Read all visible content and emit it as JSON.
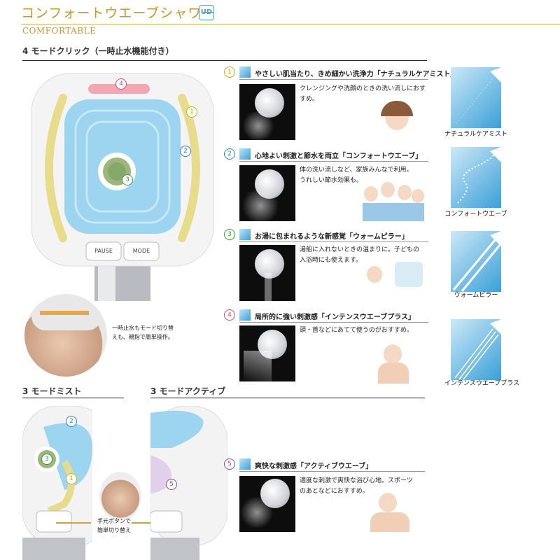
{
  "header": {
    "title": "コンフォートウエーブシャワー",
    "badge": "UD",
    "subtitle": "COMFORTABLE"
  },
  "sections": {
    "four_mode": "4 モードクリック（一時止水機能付き）",
    "three_mist": "3 モードミスト",
    "three_active": "3 モードアクティブ"
  },
  "shower_buttons": {
    "pause": "PAUSE",
    "mode": "MODE"
  },
  "thumb_note": {
    "line1": "一時止水もモード切り替",
    "line2": "えも、親指で簡単操作。"
  },
  "hand_note": {
    "line1": "手元ボタンで",
    "line2": "簡単切り替え"
  },
  "callout_numbers": [
    "1",
    "2",
    "3",
    "4",
    "5"
  ],
  "modes": [
    {
      "num": "1",
      "heading": "やさしい肌当たり、きめ細かい洗浄力「ナチュラルケアミスト」",
      "desc1": "クレンジングや洗顔のときの洗い流しにおす",
      "desc2": "すめ。"
    },
    {
      "num": "2",
      "heading": "心地よい刺激と節水を両立「コンフォートウエーブ」",
      "desc1": "体の洗い流しなど、家族みんなで利用。",
      "desc2": "うれしい節水効果も。"
    },
    {
      "num": "3",
      "heading": "お湯に包まれるような新感覚「ウォームピラー」",
      "desc1": "湯船に入れないときの温まりに。子どもの",
      "desc2": "入浴時にも使えます。"
    },
    {
      "num": "4",
      "heading": "局所的に強い刺激感「インテンスウエーブプラス」",
      "desc1": "頭・首などにあてて使うのがおすすめ。",
      "desc2": ""
    },
    {
      "num": "5",
      "heading": "爽快な刺激感「アクティブウエーブ」",
      "desc1": "適度な刺激で爽快な浴び心地。スポーツ",
      "desc2": "のあとなどにおすすめ。"
    }
  ],
  "tiles": [
    {
      "label": "ナチュラルケアミスト"
    },
    {
      "label": "コンフォートウエーブ"
    },
    {
      "label": "ウォームピラー"
    },
    {
      "label": "インテンスウエーブプラス"
    }
  ],
  "colors": {
    "gold": "#c9982a",
    "blue": "#9dd4f0",
    "yellow": "#e6dc8c",
    "pink": "#f0a8b4",
    "green": "#3a9a3a"
  }
}
